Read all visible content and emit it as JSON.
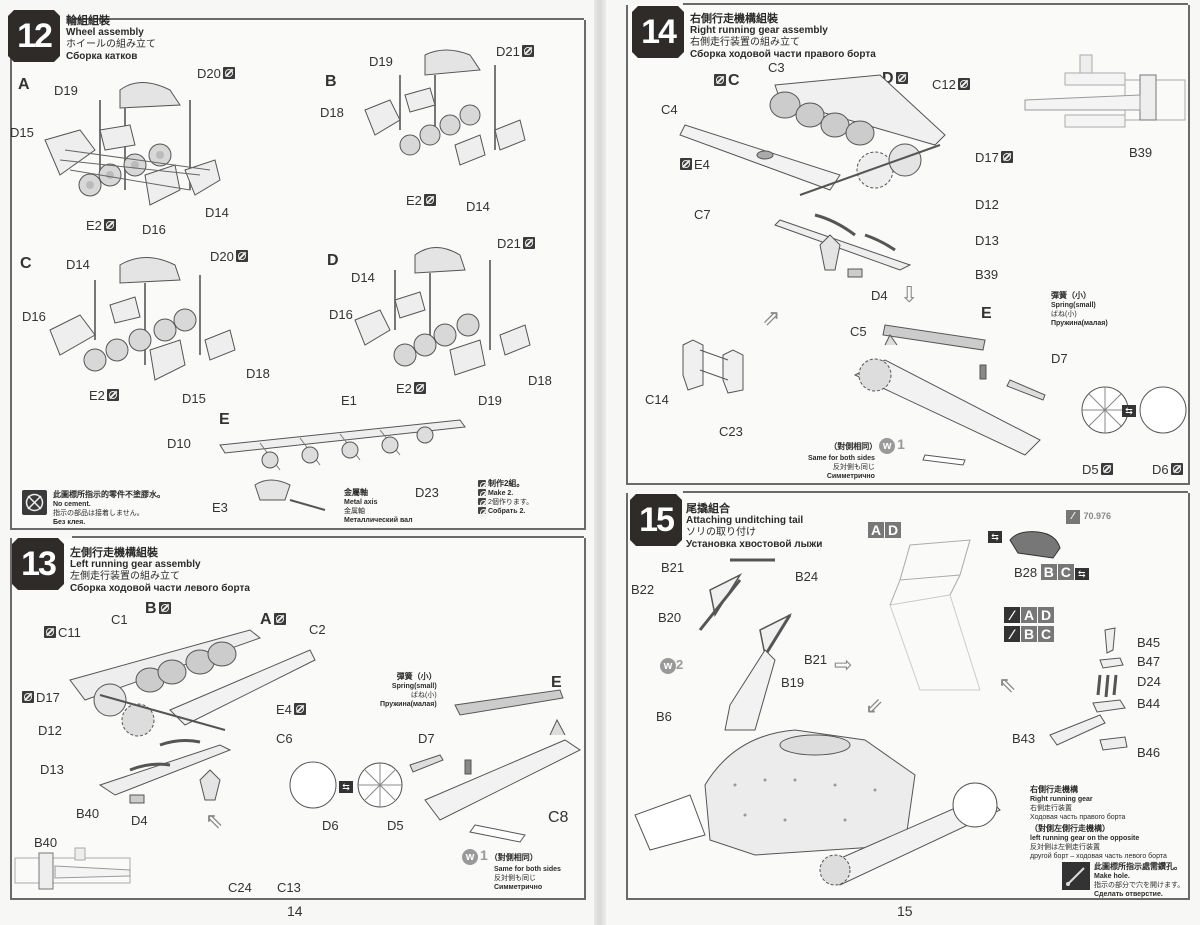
{
  "pages": {
    "left_number": "14",
    "right_number": "15"
  },
  "step12": {
    "number": "12",
    "title_zh": "輪組組裝",
    "title_en": "Wheel assembly",
    "title_ja": "ホイールの組み立て",
    "title_ru": "Сборка катков",
    "sub_a": {
      "letter": "A",
      "labels": [
        "D20",
        "D19",
        "D15",
        "E2",
        "D16",
        "D14"
      ]
    },
    "sub_b": {
      "letter": "B",
      "labels": [
        "D21",
        "D19",
        "D18",
        "E2",
        "D14"
      ]
    },
    "sub_c": {
      "letter": "C",
      "labels": [
        "D20",
        "D14",
        "D16",
        "E2",
        "D15",
        "D18"
      ]
    },
    "sub_d": {
      "letter": "D",
      "labels": [
        "D21",
        "D14",
        "D16",
        "E2",
        "D19",
        "D18"
      ]
    },
    "sub_e": {
      "letter": "E",
      "labels": [
        "E1",
        "D10",
        "D23",
        "E3"
      ]
    },
    "metal_axis": {
      "zh": "金屬軸",
      "en": "Metal axis",
      "ja": "金属軸",
      "ru": "Металлический вал"
    },
    "make_two": {
      "zh": "制作2組。",
      "en": "Make 2.",
      "ja": "2個作ります。",
      "ru": "Собрать 2."
    },
    "no_cement": {
      "zh": "此圖標所指示的零件不塗膠水。",
      "en": "No cement.",
      "ja": "指示の部品は接着しません。",
      "ru": "Без клея."
    }
  },
  "step13": {
    "number": "13",
    "title_zh": "左側行走機構組裝",
    "title_en": "Left running gear assembly",
    "title_ja": "左側走行装置の組み立て",
    "title_ru": "Сборка ходовой части левого борта",
    "labels": [
      "B",
      "A",
      "C11",
      "C1",
      "C2",
      "D17",
      "E4",
      "D12",
      "C6",
      "D13",
      "B40",
      "D4",
      "D7",
      "E",
      "D6",
      "D5",
      "C8",
      "C24",
      "C13",
      "B40"
    ],
    "spring": {
      "zh": "彈簧（小）",
      "en": "Spring(small)",
      "ja": "ばね(小)",
      "ru": "Пружина(малая)"
    },
    "same_sides": {
      "w": "1",
      "zh": "（對側相同）",
      "en": "Same for both sides",
      "ja": "反対側も同じ",
      "ru": "Симметрично"
    }
  },
  "step14": {
    "number": "14",
    "title_zh": "右側行走機構組裝",
    "title_en": "Right running gear assembly",
    "title_ja": "右側走行装置の組み立て",
    "title_ru": "Сборка ходовой части правого борта",
    "labels": [
      "C3",
      "C",
      "D",
      "C12",
      "C4",
      "E4",
      "D17",
      "D12",
      "C7",
      "D13",
      "B39",
      "D4",
      "E",
      "C5",
      "D7",
      "C14",
      "C23",
      "D5",
      "D6",
      "B39"
    ],
    "spring": {
      "zh": "彈簧（小）",
      "en": "Spring(small)",
      "ja": "ばね(小)",
      "ru": "Пружина(малая)"
    },
    "same_sides": {
      "w": "1",
      "zh": "（對側相同）",
      "en": "Same for both sides",
      "ja": "反対側も同じ",
      "ru": "Симметрично"
    }
  },
  "step15": {
    "number": "15",
    "title_zh": "尾撬組合",
    "title_en": "Attaching unditching tail",
    "title_ja": "ソリの取り付け",
    "title_ru": "Установка хвостовой лыжи",
    "labels": [
      "B21",
      "B24",
      "B22",
      "B20",
      "B21",
      "B19",
      "B6",
      "B28",
      "B45",
      "B47",
      "D24",
      "B44",
      "B43",
      "B46"
    ],
    "paint_code": "70.976",
    "w_mark": "2",
    "variants": [
      "A",
      "D",
      "B",
      "C"
    ],
    "right_gear": {
      "zh": "右側行走機構",
      "en": "Right running gear",
      "ja": "右側走行装置",
      "ru": "Ходовая часть правого борта"
    },
    "opposite": {
      "zh": "（對側左側行走機構）",
      "en": "left running gear on the opposite",
      "ja": "反対側は左側走行装置",
      "ru": "другой борт – ходовая часть левого борта"
    },
    "make_hole": {
      "zh": "此圖標所指示處需鑽孔。",
      "en": "Make hole.",
      "ja": "指示の部分で穴を開けます。",
      "ru": "Сделать отверстие."
    }
  }
}
